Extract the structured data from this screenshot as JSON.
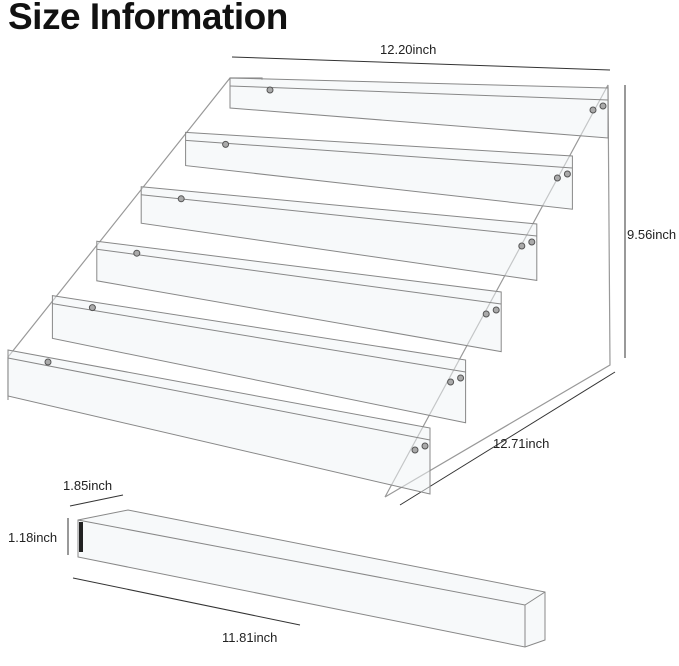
{
  "title": "Size Information",
  "dimensions": {
    "width": "12.20inch",
    "height": "9.56inch",
    "depth": "12.71inch",
    "tier_depth": "1.85inch",
    "tier_height": "1.18inch",
    "tier_length": "11.81inch"
  },
  "tiers": 6
}
